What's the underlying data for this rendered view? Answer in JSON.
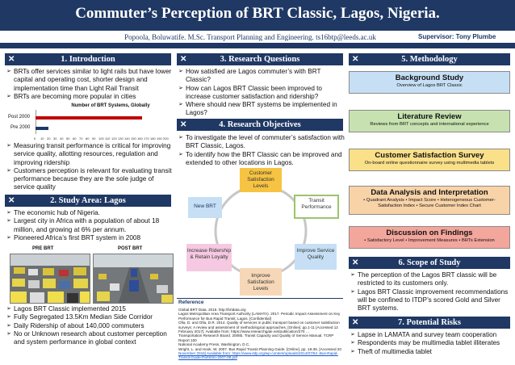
{
  "title": "Commuter’s Perception of BRT Classic, Lagos, Nigeria.",
  "authors": "Popoola, Boluwatife. M.Sc. Transport Planning and Engineering. ts16btp@leeds.ac.uk",
  "supervisor": "Supervisor: Tony Plumbe",
  "intro": {
    "heading": "1. Introduction",
    "bullets_top": [
      "BRTs offer services similar to light rails but have lower capital and operating cost, shorter design and implementation time than Light Rail Transit",
      "BRTs are becoming more popular in cities"
    ],
    "bullets_bottom": [
      "Measuring transit performance is critical for improving service quality, allotting resources, regulation and improving ridership",
      "Customers perception is relevant for evaluating transit performance because they are the sole judge of service quality"
    ]
  },
  "chart_data": {
    "type": "bar",
    "title": "Number of BRT Systems, Globally",
    "categories": [
      "Post 2000",
      "Pre 2000"
    ],
    "values": [
      165,
      20
    ],
    "colors": [
      "#c00000",
      "#1f3864"
    ],
    "xlim": [
      0,
      200
    ],
    "x_ticks": [
      "0",
      "10",
      "20",
      "30",
      "40",
      "50",
      "60",
      "70",
      "80",
      "90",
      "100",
      "110",
      "120",
      "130",
      "140",
      "150",
      "160",
      "170",
      "180",
      "190",
      "200"
    ]
  },
  "study_area": {
    "heading": "2. Study Area: Lagos",
    "bullets": [
      "The economic hub of Nigeria.",
      "Largest city in Africa with a population of about 18 million, and growing at 6% per annum.",
      "Pioneered Africa’s first BRT system in 2008"
    ],
    "photo_pre": "PRE BRT",
    "photo_post": "POST BRT",
    "bullets_bottom": [
      "Lagos BRT Classic implemented 2015",
      "Fully Segregated 13.5Km Median Side Corridor",
      "Daily Ridership of about 140,000 commuters",
      "No or Unknown research about customer perception and system performance in global context"
    ]
  },
  "questions": {
    "heading": "3. Research  Questions",
    "bullets": [
      "How satisfied are Lagos commuter’s with BRT Classic?",
      "How can Lagos BRT Classic been improved to increase customer satisfaction and ridership?",
      "Where should new BRT systems be implemented in Lagos?"
    ]
  },
  "objectives": {
    "heading": "4. Research  Objectives",
    "bullets": [
      "To investigate the level of commuter’s satisfaction with BRT Classic, Lagos.",
      "To identify how the BRT Classic can be improved and extended to other locations in Lagos."
    ],
    "cycle": {
      "top": "Customer Satisfaction Levels",
      "right": "Transit Performance",
      "lower_right": "Improve Service Quality",
      "bottom": "Improve Satisfaction Levels",
      "lower_left": "Increase Ridership & Retain Loyalty",
      "left": "New BRT"
    }
  },
  "reference": {
    "heading": "Reference",
    "lines": [
      "Global BRT Data. 2016. http://brtdata.org",
      "Lagos Metropolitan Area Transport Authority (LAMATA). 2017. Periodic Impact Assessment on Key",
      "Performance for Bus Rapid Transit, Lagos. [Confidential]",
      "Ofia, D. and Ofia, D.R. 2014. Quality of services in public transport based on customer satisfaction",
      "surveys: A review and assessment of methodological approaches. [Online]. pp.1-11 [Accessed 12",
      "February 2017]. Available from: https://www.researchgate.net/publication/270 …",
      "Transportation Research Board. 2008b. Transit Capacity and Quality of Service Manual. TCRP Report 100",
      "National Academy Press, Washington, D.C.",
      "Wright, L. and Hook, W. 2007. Bus Rapid Transit Planning Guide. [Online]. pp. 18-36. [Accessed 20",
      "November 2016] Available from: https://www.itdp.org/wp-content/uploads/2014/07/52.-Bus-Rapid-",
      "Transit-Guide-PartIntro-2007-09.pdf"
    ]
  },
  "methodology": {
    "heading": "5. Methodology",
    "steps": [
      {
        "title": "Background Study",
        "sub": "Overview of Lagos BRT Classic"
      },
      {
        "title": "Literature Review",
        "sub": "Reviews from BRT concepts and international experience"
      },
      {
        "title": "Customer Satisfaction Survey",
        "sub": "On-board online questionnaire survey using multimedia tablets"
      },
      {
        "title": "Data Analysis and Interpretation",
        "sub": "• Quadrant Analysis • Impact Score • Heterogeneous Customer-Satisfaction Index • Secure Customer Index Chart"
      },
      {
        "title": "Discussion on Findings",
        "sub": "• Satisfactory Level • Improvement Measures • BRTs Extension"
      }
    ]
  },
  "scope": {
    "heading": "6. Scope of Study",
    "bullets": [
      "The perception of the Lagos BRT classic will be restricted to its customers only.",
      "Lagos BRT Classic improvement recommendations will be confined to ITDP’s scored Gold and Silver BRT systems."
    ]
  },
  "risks": {
    "heading": "7. Potential Risks",
    "bullets": [
      "Lapse in LAMATA and survey team cooperation",
      "Respondents may be multimedia tablet illiterates",
      "Theft of multimedia tablet"
    ]
  }
}
